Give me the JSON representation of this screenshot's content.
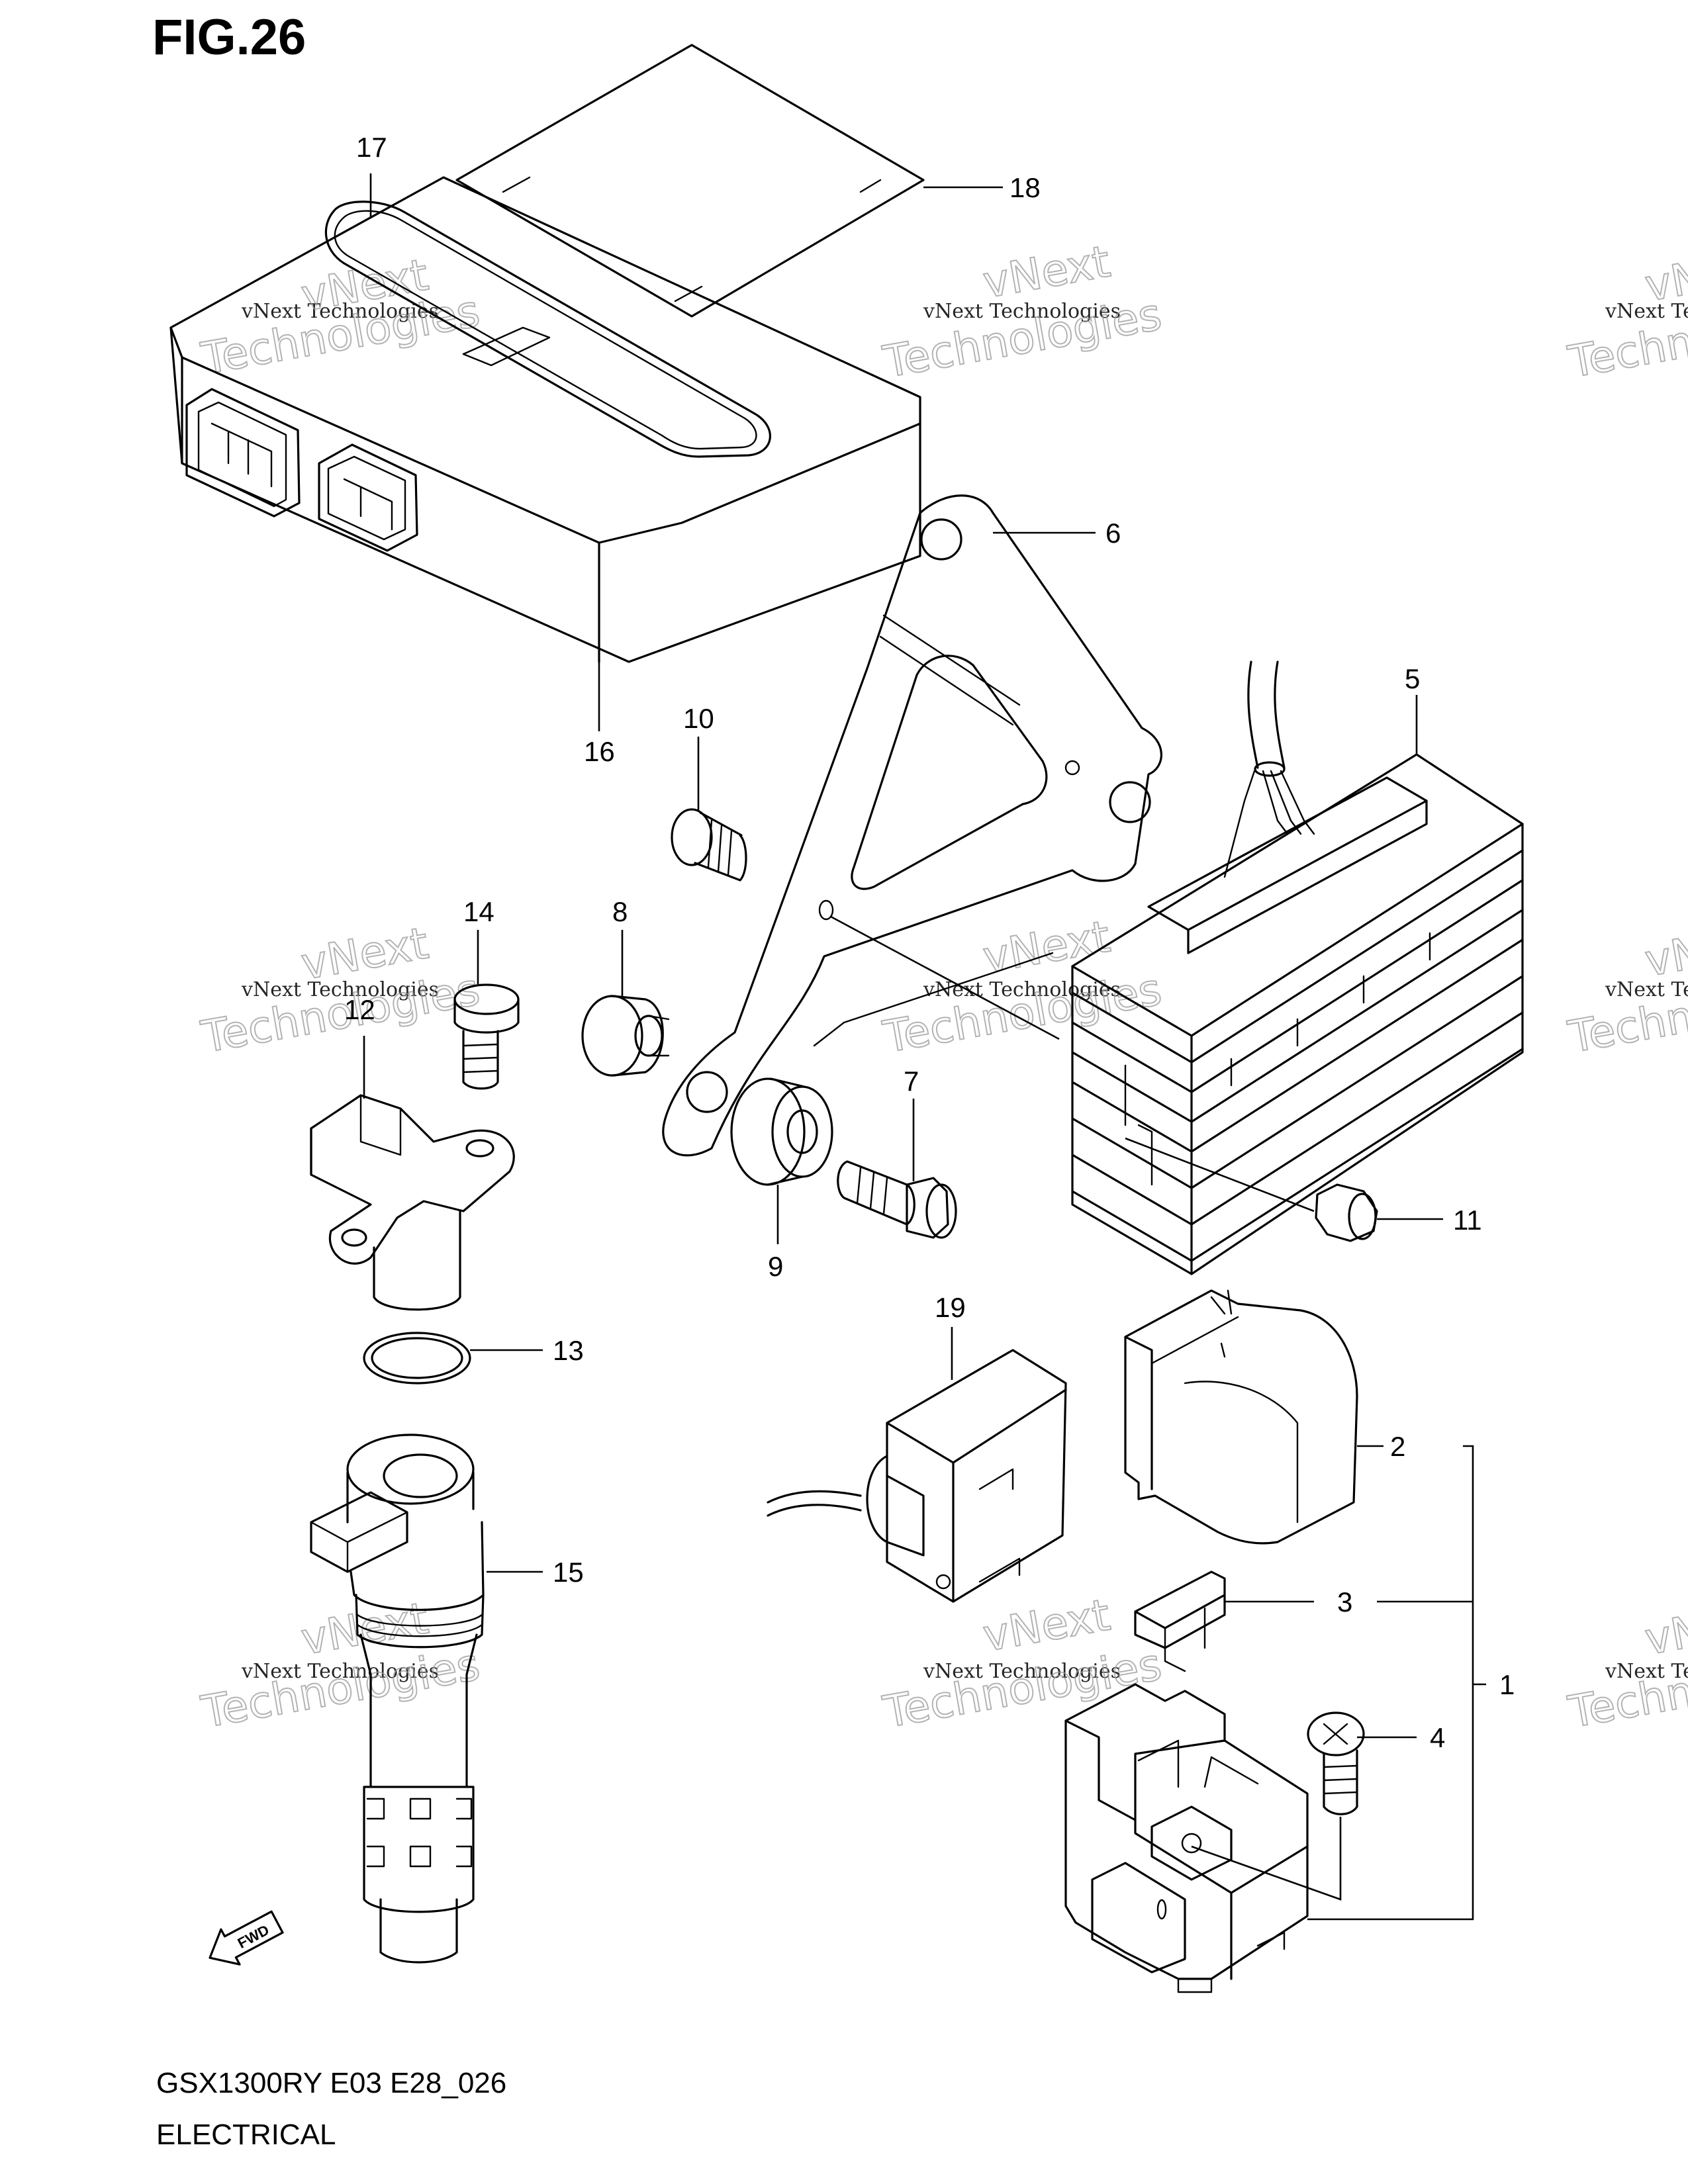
{
  "figure": {
    "title": "FIG.26",
    "model_code": "GSX1300RY E03 E28_026",
    "section_name": "ELECTRICAL"
  },
  "watermark": {
    "small_text": "vNext Technologies",
    "big_line1": "vNext",
    "big_line2": "Technologies"
  },
  "callouts": [
    {
      "id": "c1",
      "label": "1"
    },
    {
      "id": "c2",
      "label": "2"
    },
    {
      "id": "c3",
      "label": "3"
    },
    {
      "id": "c4",
      "label": "4"
    },
    {
      "id": "c5",
      "label": "5"
    },
    {
      "id": "c6",
      "label": "6"
    },
    {
      "id": "c7",
      "label": "7"
    },
    {
      "id": "c8",
      "label": "8"
    },
    {
      "id": "c9",
      "label": "9"
    },
    {
      "id": "c10",
      "label": "10"
    },
    {
      "id": "c11",
      "label": "11"
    },
    {
      "id": "c12",
      "label": "12"
    },
    {
      "id": "c13",
      "label": "13"
    },
    {
      "id": "c14",
      "label": "14"
    },
    {
      "id": "c15",
      "label": "15"
    },
    {
      "id": "c16",
      "label": "16"
    },
    {
      "id": "c17",
      "label": "17"
    },
    {
      "id": "c18",
      "label": "18"
    },
    {
      "id": "c19",
      "label": "19"
    }
  ],
  "fwd_arrow": {
    "label": "FWD"
  }
}
